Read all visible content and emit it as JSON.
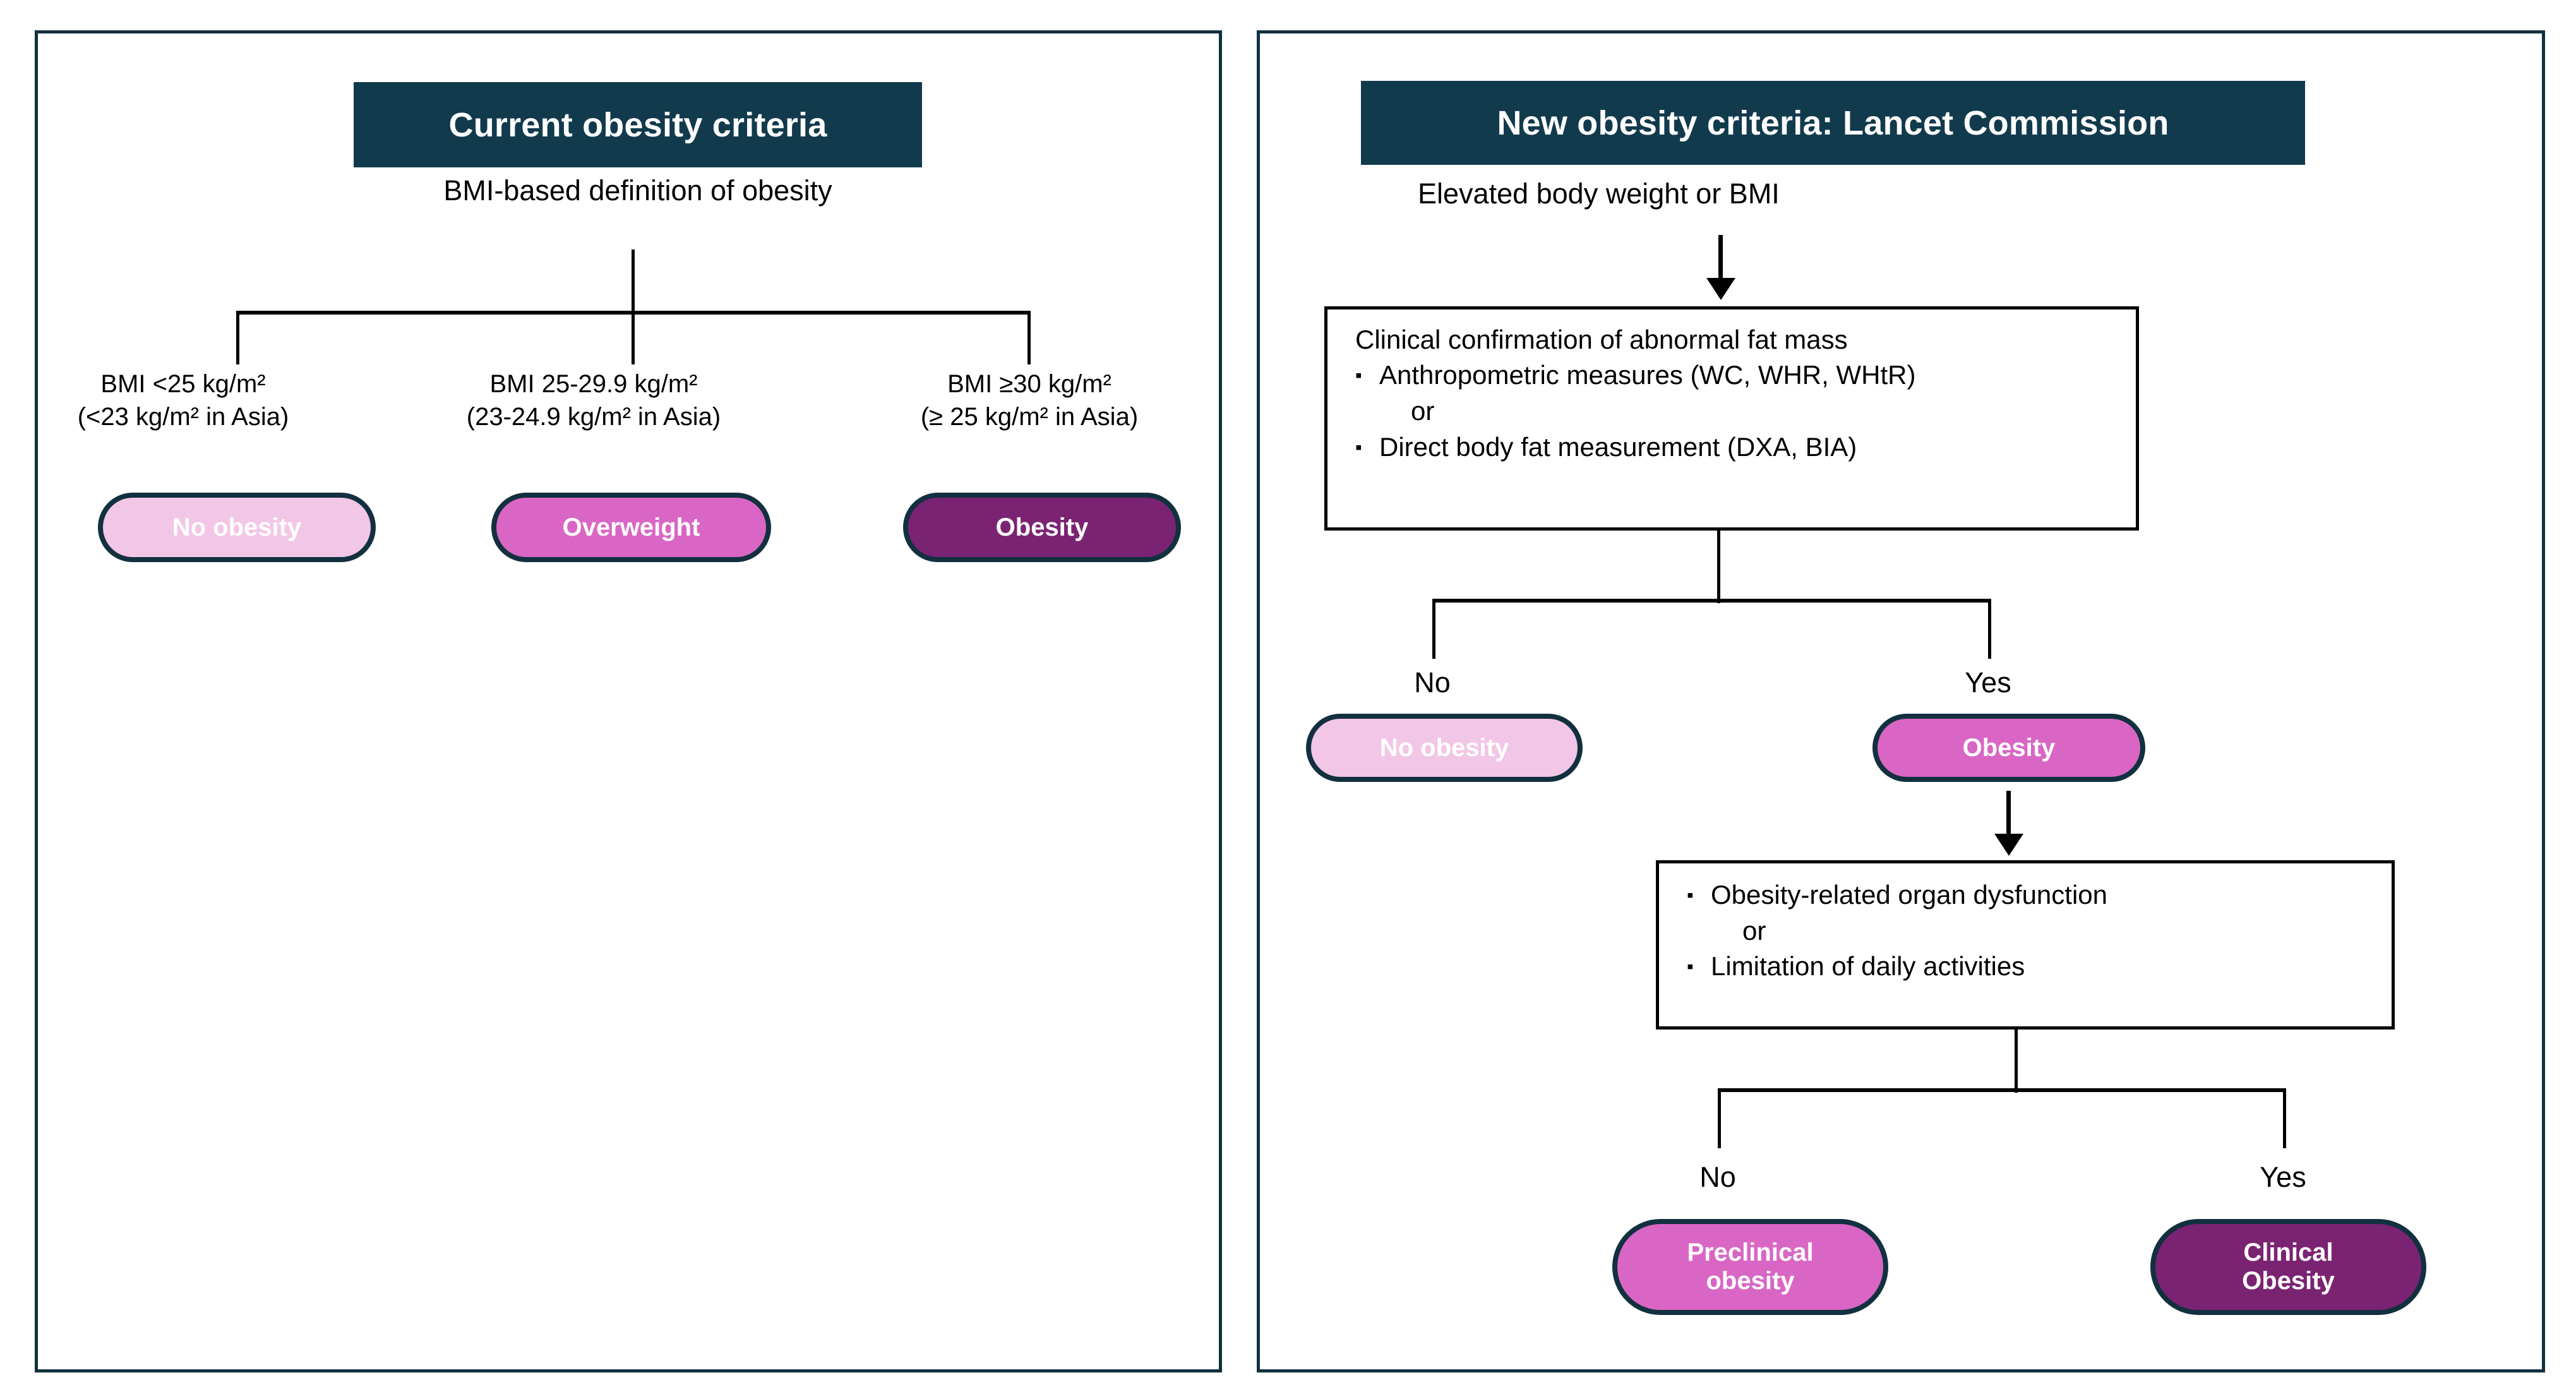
{
  "colors": {
    "navy": "#123a4d",
    "border_navy": "#12303f",
    "pill_light_pink": "#f2c6e6",
    "pill_mid_pink": "#d966c4",
    "pill_dark_purple": "#7b2373",
    "line_black": "#000000",
    "page_background": "#ffffff"
  },
  "left_panel": {
    "title": "Current obesity criteria",
    "subtitle": "BMI-based definition of obesity",
    "branches": [
      {
        "bmi_line1": "BMI <25 kg/m²",
        "bmi_line2": "(<23 kg/m² in Asia)",
        "outcome": "No obesity",
        "outcome_style": "light"
      },
      {
        "bmi_line1": "BMI 25-29.9 kg/m²",
        "bmi_line2": "(23-24.9 kg/m² in Asia)",
        "outcome": "Overweight",
        "outcome_style": "mid"
      },
      {
        "bmi_line1": "BMI ≥30 kg/m²",
        "bmi_line2": "(≥ 25 kg/m² in Asia)",
        "outcome": "Obesity",
        "outcome_style": "dark"
      }
    ]
  },
  "right_panel": {
    "title": "New obesity criteria: Lancet Commission",
    "entry_text": "Elevated body weight or BMI",
    "box_fat_mass": {
      "lead": "Clinical confirmation of abnormal fat mass",
      "bullet_1": "Anthropometric measures (WC, WHR, WHtR)",
      "connector": "or",
      "bullet_2": "Direct body fat measurement (DXA, BIA)"
    },
    "decision_1": {
      "no_label": "No",
      "yes_label": "Yes",
      "no_outcome": "No obesity",
      "yes_outcome": "Obesity"
    },
    "box_dysfunction": {
      "bullet_1": "Obesity-related organ dysfunction",
      "connector": "or",
      "bullet_2": "Limitation of daily activities"
    },
    "decision_2": {
      "no_label": "No",
      "yes_label": "Yes",
      "no_outcome_line1": "Preclinical",
      "no_outcome_line2": "obesity",
      "yes_outcome_line1": "Clinical",
      "yes_outcome_line2": "Obesity"
    }
  }
}
